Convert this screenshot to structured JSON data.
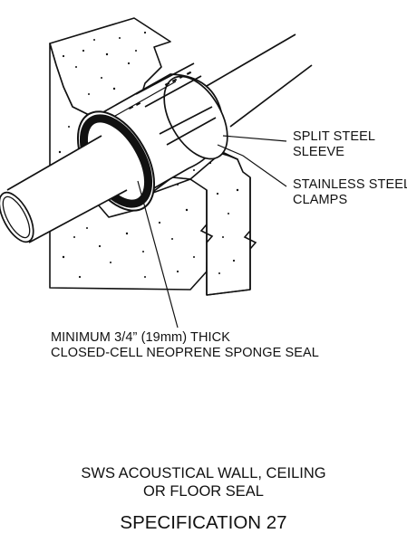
{
  "callouts": {
    "split_sleeve_line1": "SPLIT STEEL",
    "split_sleeve_line2": "SLEEVE",
    "clamps_line1": "STAINLESS STEEL",
    "clamps_line2": "CLAMPS",
    "seal_line1": "MINIMUM 3/4” (19mm) THICK",
    "seal_line2": "CLOSED-CELL NEOPRENE SPONGE SEAL"
  },
  "caption": {
    "line1": "SWS ACOUSTICAL WALL, CEILING",
    "line2": "OR FLOOR SEAL",
    "spec": "SPECIFICATION 27"
  }
}
